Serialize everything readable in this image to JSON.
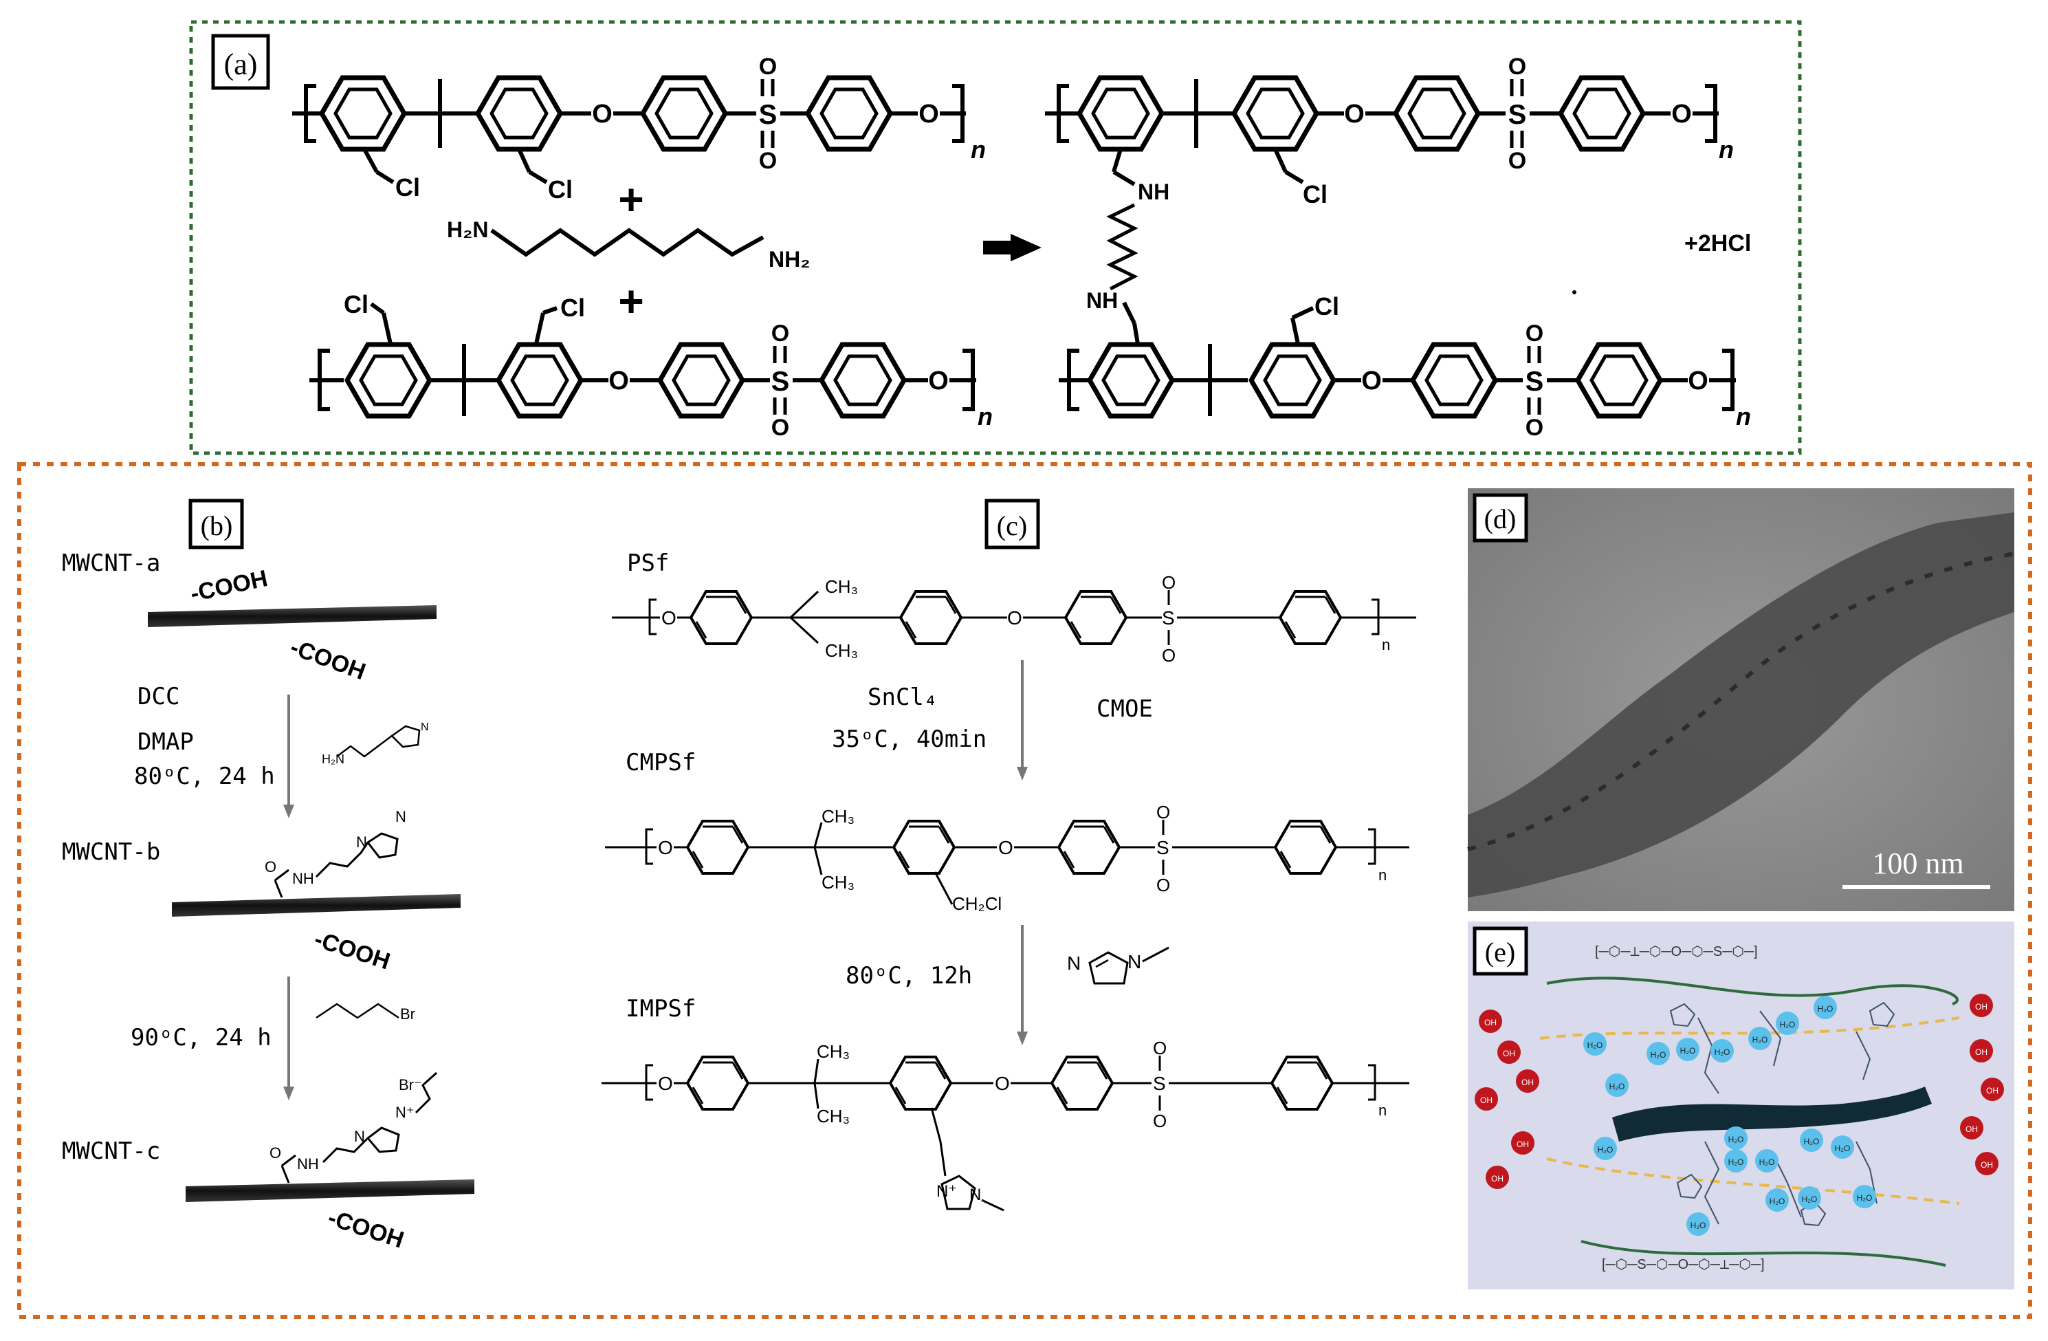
{
  "panel_labels": {
    "a": "(a)",
    "b": "(b)",
    "c": "(c)",
    "d": "(d)",
    "e": "(e)"
  },
  "panel_a": {
    "cl": "Cl",
    "n": "n",
    "plus": "+",
    "h2n": "H₂N",
    "nh2": "NH₂",
    "nh": "NH",
    "o": "O",
    "s": "S",
    "byproduct": "+2HCl"
  },
  "panel_b": {
    "mwcnt_a": "MWCNT-a",
    "mwcnt_b": "MWCNT-b",
    "mwcnt_c": "MWCNT-c",
    "cooh": "-COOH",
    "reagent1": "DCC",
    "reagent2": "DMAP",
    "cond1": "80ᵒC, 24 h",
    "cond2": "90ᵒC, 24 h",
    "br": "Br",
    "brm": "Br⁻",
    "nh": "NH",
    "o": "O",
    "n": "N",
    "h2n": "H₂N",
    "nplus": "N⁺"
  },
  "panel_c": {
    "psf": "PSf",
    "cmpsf": "CMPSf",
    "impsf": "IMPSf",
    "ch3": "CH₃",
    "ch2cl": "CH₂Cl",
    "o": "O",
    "s": "S",
    "n": "n",
    "nN": "N",
    "nplus": "N⁺",
    "cond1": "SnCl₄",
    "cond1b": "35ᵒC, 40min",
    "cmoe": "CMOE",
    "cond2": "80ᵒC, 12h"
  },
  "panel_d": {
    "scale": "100 nm"
  },
  "panel_e": {
    "h2o": "H₂O",
    "oh": "OH"
  },
  "colors": {
    "green_border": "#2e6b2e",
    "orange_border": "#d2691e",
    "tem_gray": "#8a8a8a",
    "panel_e_bg": "#d9daeb",
    "oh_red": "#c0171e",
    "h2o_blue": "#5bc0eb",
    "chain_green": "#2d6a3e",
    "dash_yellow": "#e8b84a"
  }
}
